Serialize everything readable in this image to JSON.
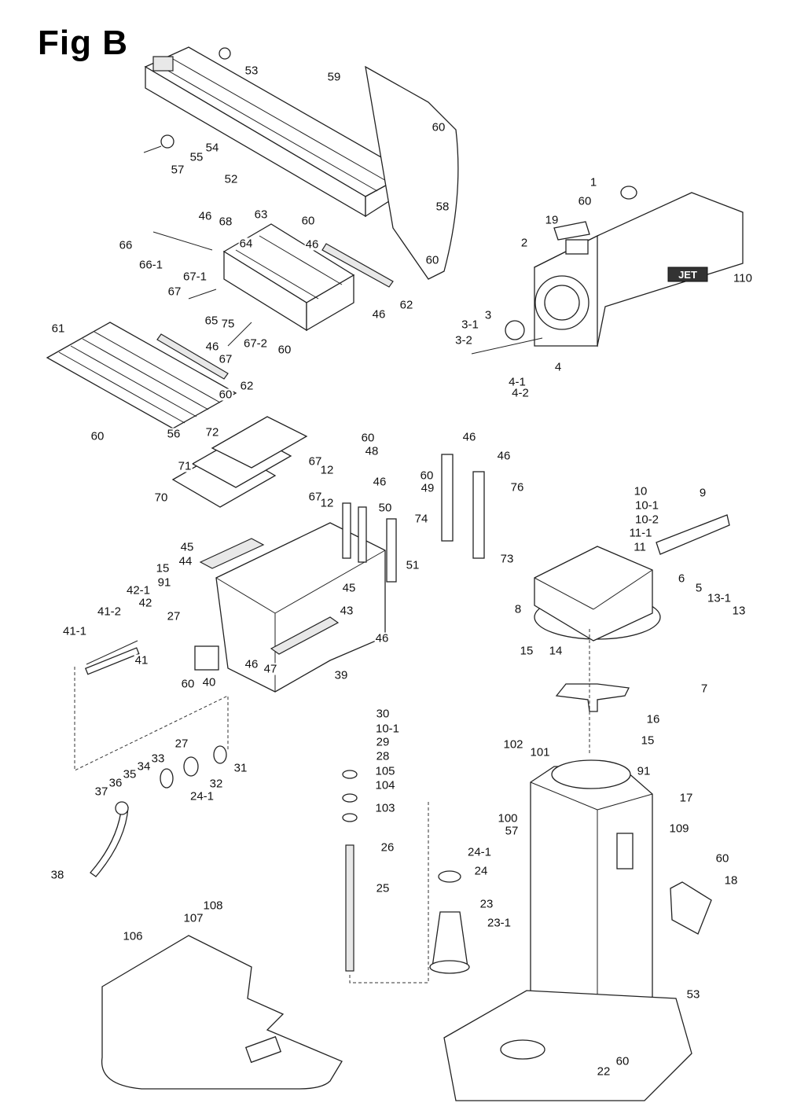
{
  "title": "Fig B",
  "labels": [
    "53",
    "59",
    "60",
    "54",
    "55",
    "57",
    "52",
    "58",
    "1",
    "60",
    "19",
    "2",
    "110",
    "46",
    "68",
    "63",
    "60",
    "46",
    "60",
    "66",
    "64",
    "66-1",
    "67-1",
    "62",
    "67",
    "65",
    "75",
    "46",
    "3",
    "3-1",
    "3-2",
    "61",
    "46",
    "67-2",
    "60",
    "67",
    "4",
    "4-1",
    "4-2",
    "62",
    "60",
    "60",
    "56",
    "72",
    "60",
    "46",
    "48",
    "46",
    "67",
    "12",
    "60",
    "46",
    "49",
    "76",
    "71",
    "10",
    "9",
    "10-1",
    "10-2",
    "70",
    "67",
    "12",
    "50",
    "11-1",
    "11",
    "74",
    "73",
    "45",
    "44",
    "15",
    "91",
    "42-1",
    "51",
    "45",
    "6",
    "5",
    "13-1",
    "8",
    "42",
    "41-2",
    "43",
    "13",
    "27",
    "41-1",
    "46",
    "15",
    "14",
    "41",
    "60",
    "40",
    "46",
    "47",
    "39",
    "7",
    "16",
    "30",
    "10-1",
    "29",
    "28",
    "105",
    "104",
    "103",
    "27",
    "33",
    "34",
    "35",
    "36",
    "37",
    "32",
    "31",
    "24-1",
    "15",
    "102",
    "101",
    "91",
    "17",
    "100",
    "57",
    "109",
    "26",
    "24-1",
    "24",
    "60",
    "18",
    "38",
    "25",
    "23",
    "23-1",
    "108",
    "107",
    "106",
    "53",
    "22",
    "60"
  ],
  "logo_text": "JET"
}
